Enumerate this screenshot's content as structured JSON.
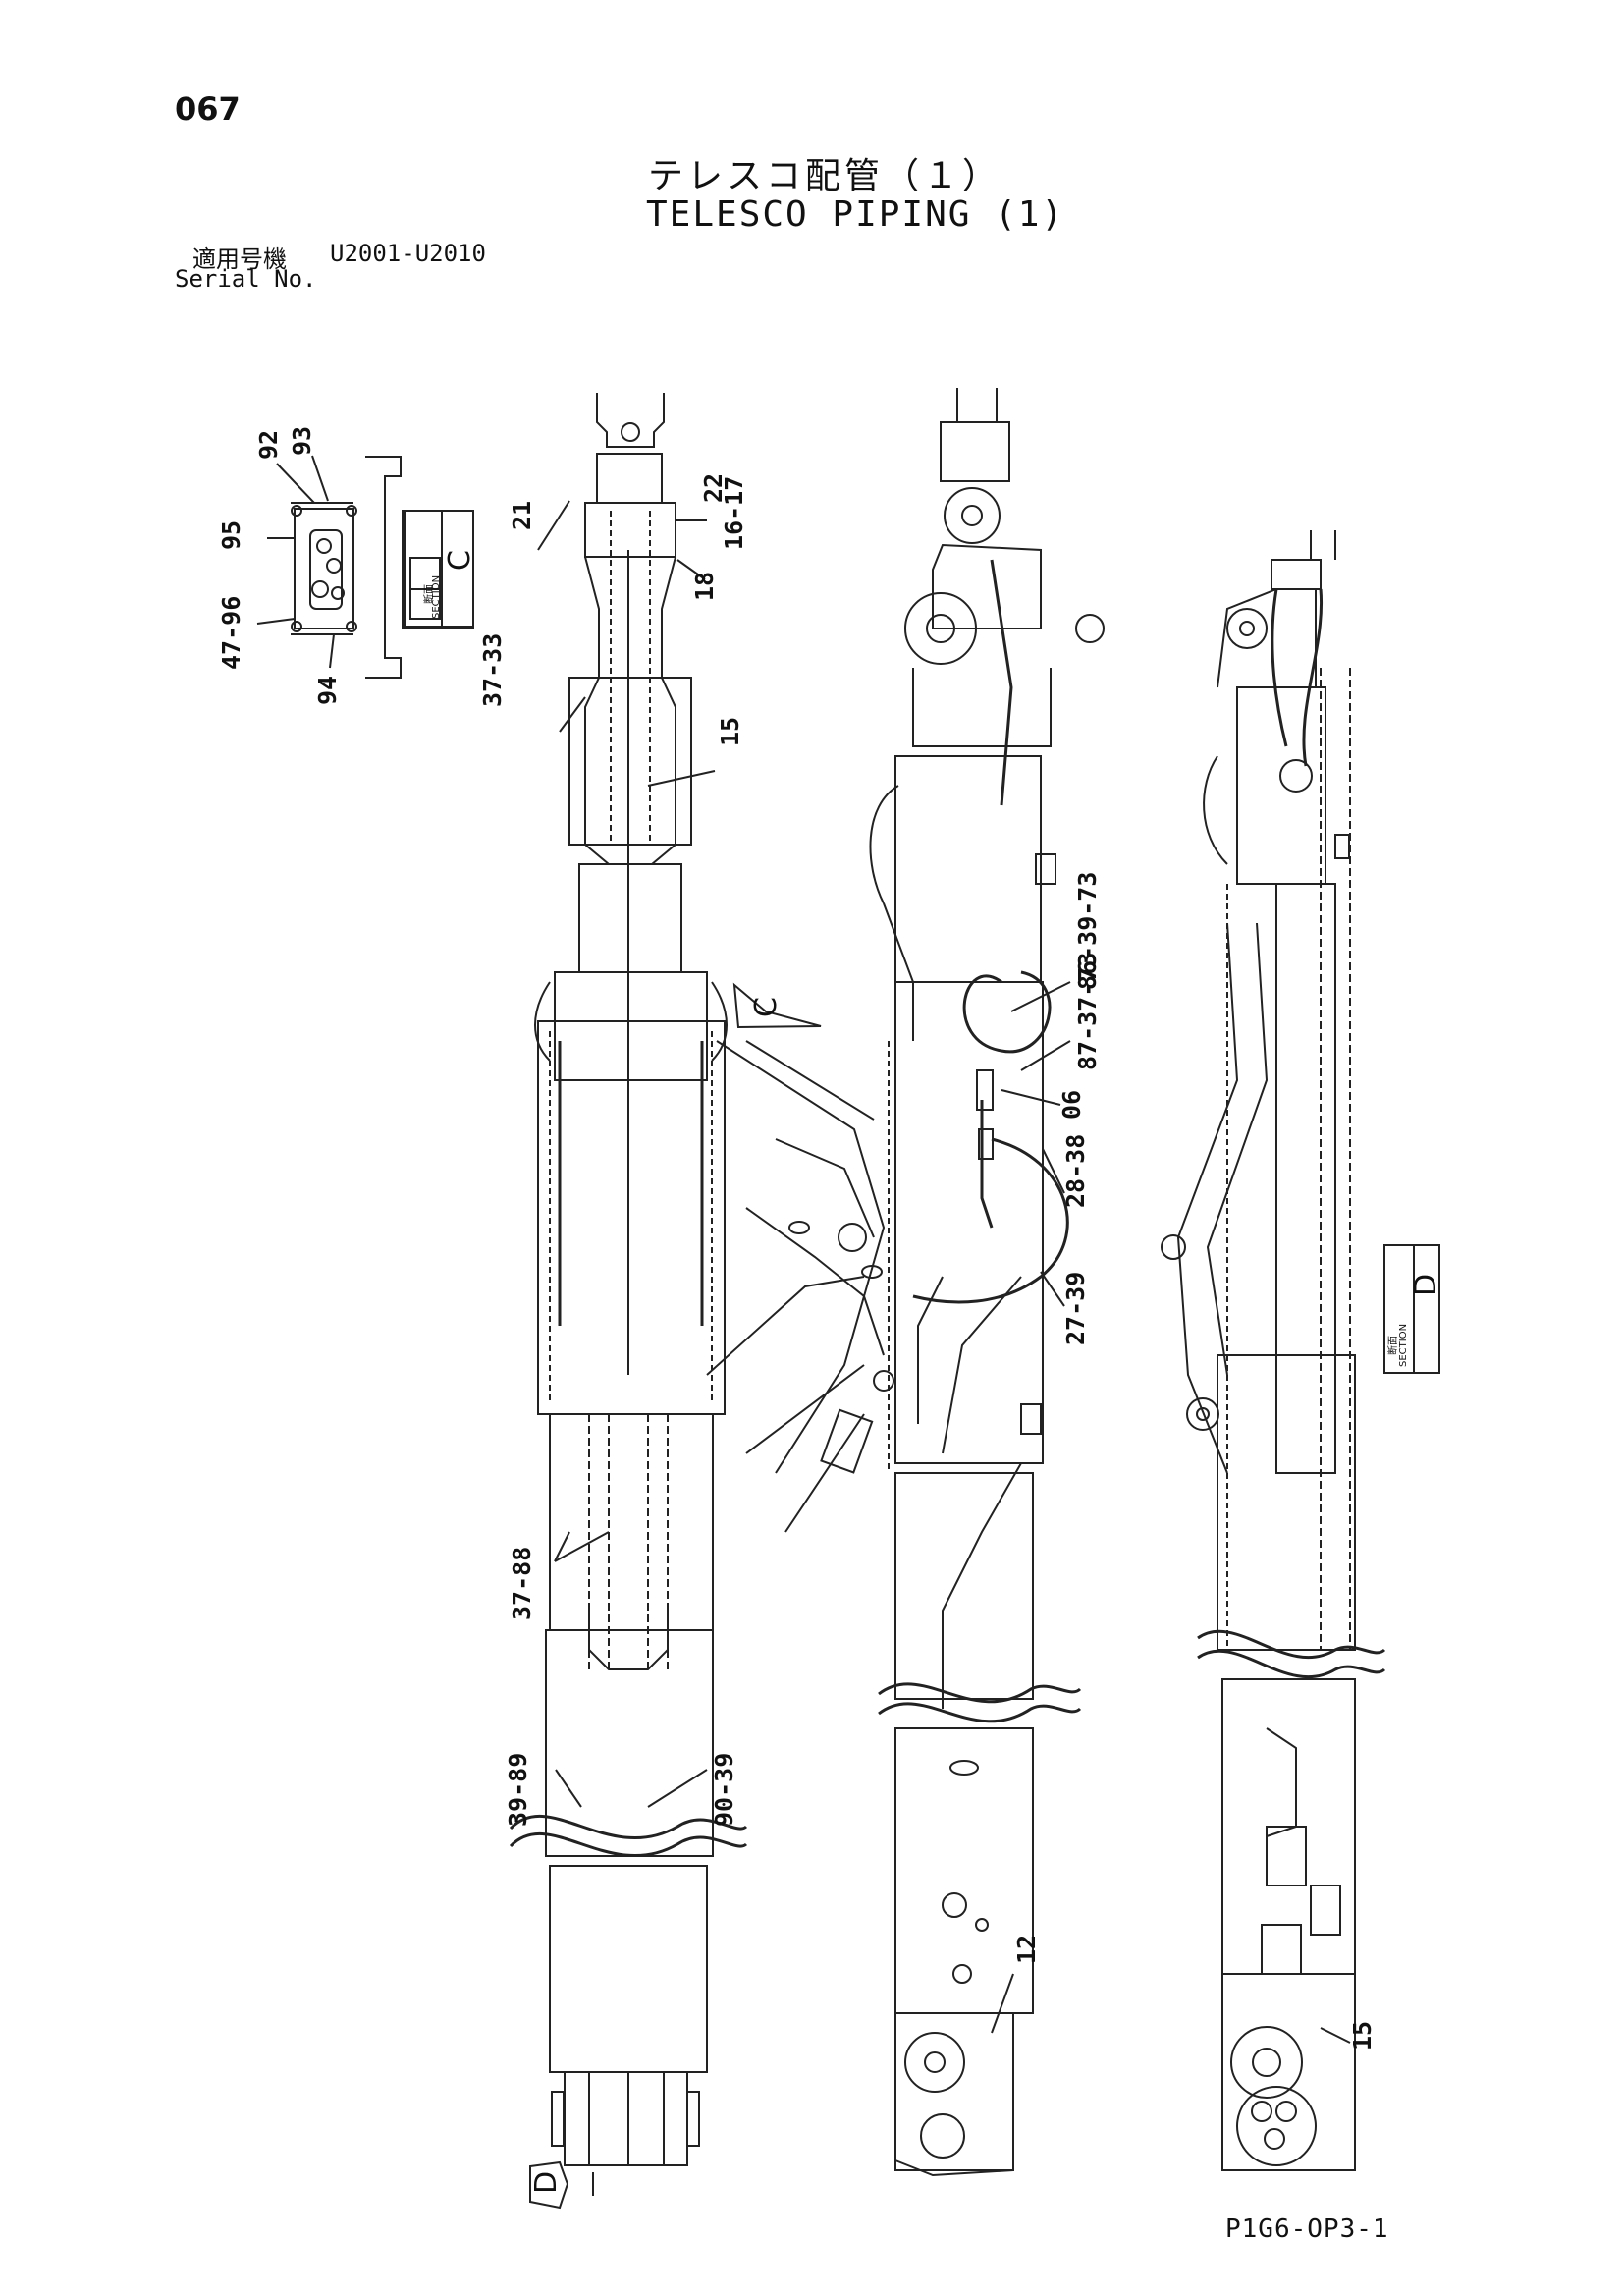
{
  "header": {
    "page_number": "067",
    "title_jp": "テレスコ配管（１）",
    "title_en": "TELESCO PIPING (1)",
    "serial_label_jp": "適用号機",
    "serial_range": "U2001-U2010",
    "serial_label_en": "Serial No."
  },
  "footer": {
    "doc_id": "P1G6-OP3-1"
  },
  "section_c": {
    "letter": "C",
    "label_jp": "断面",
    "label_en": "SECTION"
  },
  "section_d": {
    "letter": "D",
    "label_jp": "断面",
    "label_en": "SECTION"
  },
  "view_markers": {
    "c": "C",
    "d": "D"
  },
  "callouts": {
    "c92": "92",
    "c93": "93",
    "c95": "95",
    "c47_96": "47-96",
    "c94": "94",
    "c21": "21",
    "c22": "22",
    "c16_17": "16-17",
    "c18": "18",
    "c37_33": "37-33",
    "c15a": "15",
    "c86_39_73": "86-39-73",
    "c87_37_73": "87-37-73",
    "c06": "06",
    "c28_38": "28-38",
    "c27_39": "27-39",
    "c37_88": "37-88",
    "c39_89": "39-89",
    "c90_39": "90-39",
    "c12": "12",
    "c15b": "15"
  }
}
